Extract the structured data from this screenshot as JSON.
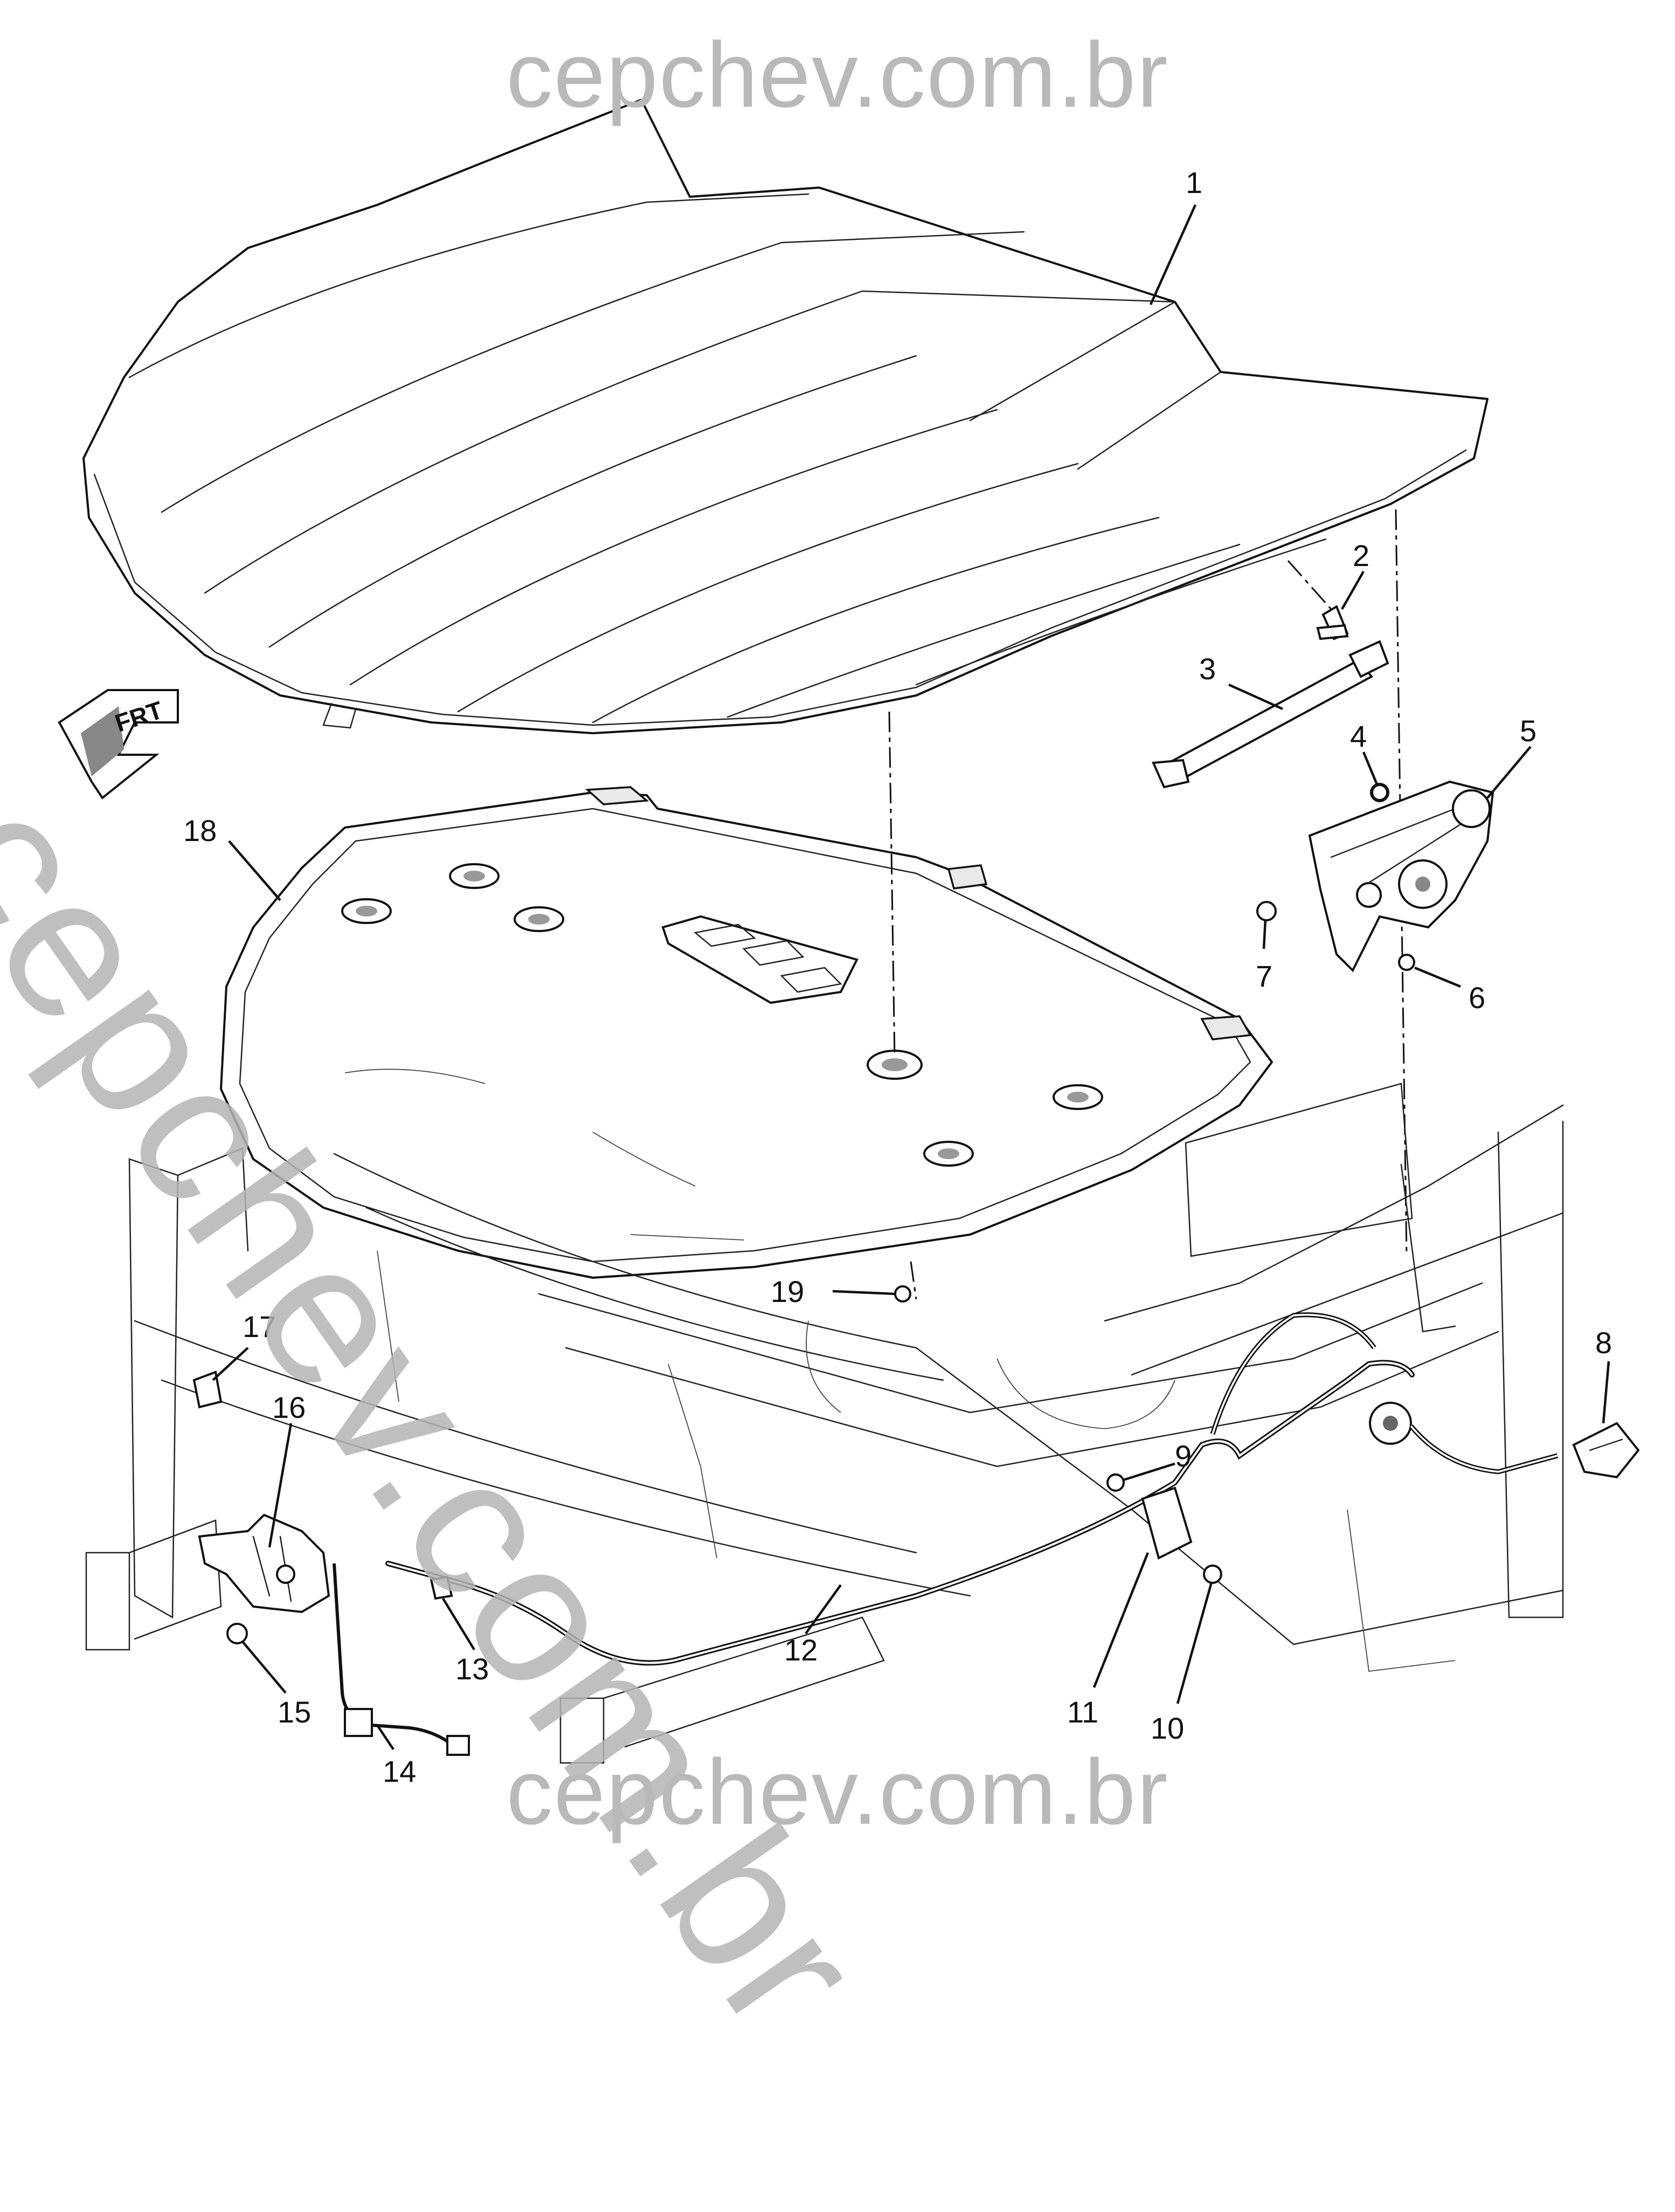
{
  "watermark": {
    "top": "cepchev.com.br",
    "diagonal": "cepchev.com.br",
    "bottom": "cepchev.com.br"
  },
  "front_indicator": {
    "label": "FRT",
    "icon": "front-direction-arrow-icon"
  },
  "callouts": [
    "1",
    "2",
    "3",
    "4",
    "5",
    "6",
    "7",
    "8",
    "9",
    "10",
    "11",
    "12",
    "13",
    "14",
    "15",
    "16",
    "17",
    "18",
    "19"
  ]
}
